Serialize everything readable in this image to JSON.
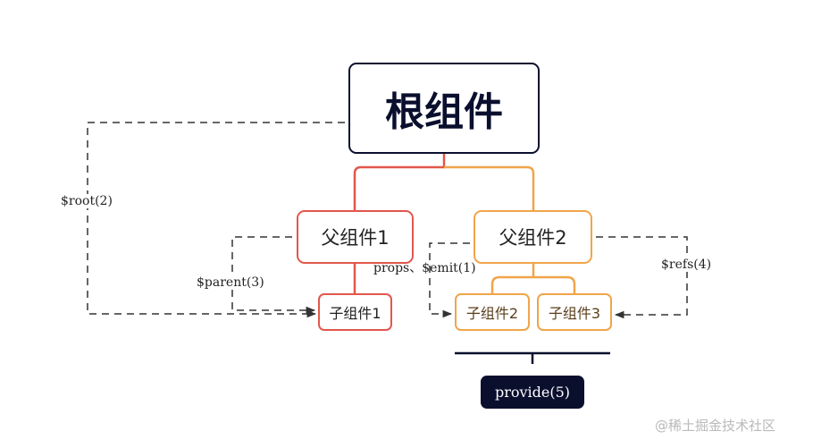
{
  "nodes": {
    "root": "根组件",
    "parent1": "父组件1",
    "parent2": "父组件2",
    "child1": "子组件1",
    "child2": "子组件2",
    "child3": "子组件3",
    "provide": "provide(5)"
  },
  "edge_labels": {
    "root": "$root(2)",
    "parent": "$parent(3)",
    "props_emit": "props、$emit(1)",
    "refs": "$refs(4)"
  },
  "watermark": "@稀土掘金技术社区",
  "colors": {
    "root_border": "#0b0f2e",
    "branch1": "#e2574c",
    "branch2": "#f0a54a",
    "dashed": "#333333",
    "provide_bg": "#0b0f2e"
  }
}
